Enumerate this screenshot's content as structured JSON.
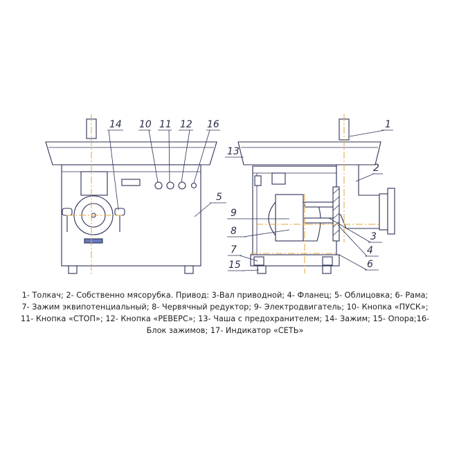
{
  "callouts": {
    "c1": "1",
    "c2": "2",
    "c3": "3",
    "c4": "4",
    "c5": "5",
    "c6": "6",
    "c7": "7",
    "c8": "8",
    "c9": "9",
    "c10": "10",
    "c11": "11",
    "c12": "12",
    "c13": "13",
    "c14": "14",
    "c15": "15",
    "c16": "16"
  },
  "legend": {
    "line1": "1- Толкач; 2- Собственно мясорубка. Привод: 3-Вал приводной; 4- Фланец; 5- Облицовка; 6- Рама;",
    "line2": "7- Зажим эквипотенциальный; 8- Червячный редуктор; 9- Электродвигатель; 10- Кнопка «ПУСК»;",
    "line3": "11- Кнопка «СТОП»; 12- Кнопка «РЕВЕРС»; 13- Чаша с предохранителем; 14- Зажим; 15- Опора;16-",
    "line4": "Блок зажимов; 17- Индикатор «СЕТЬ»"
  },
  "colors": {
    "line": "#2b2f55",
    "axis": "#e3a43a",
    "text": "#1e1e1e"
  }
}
